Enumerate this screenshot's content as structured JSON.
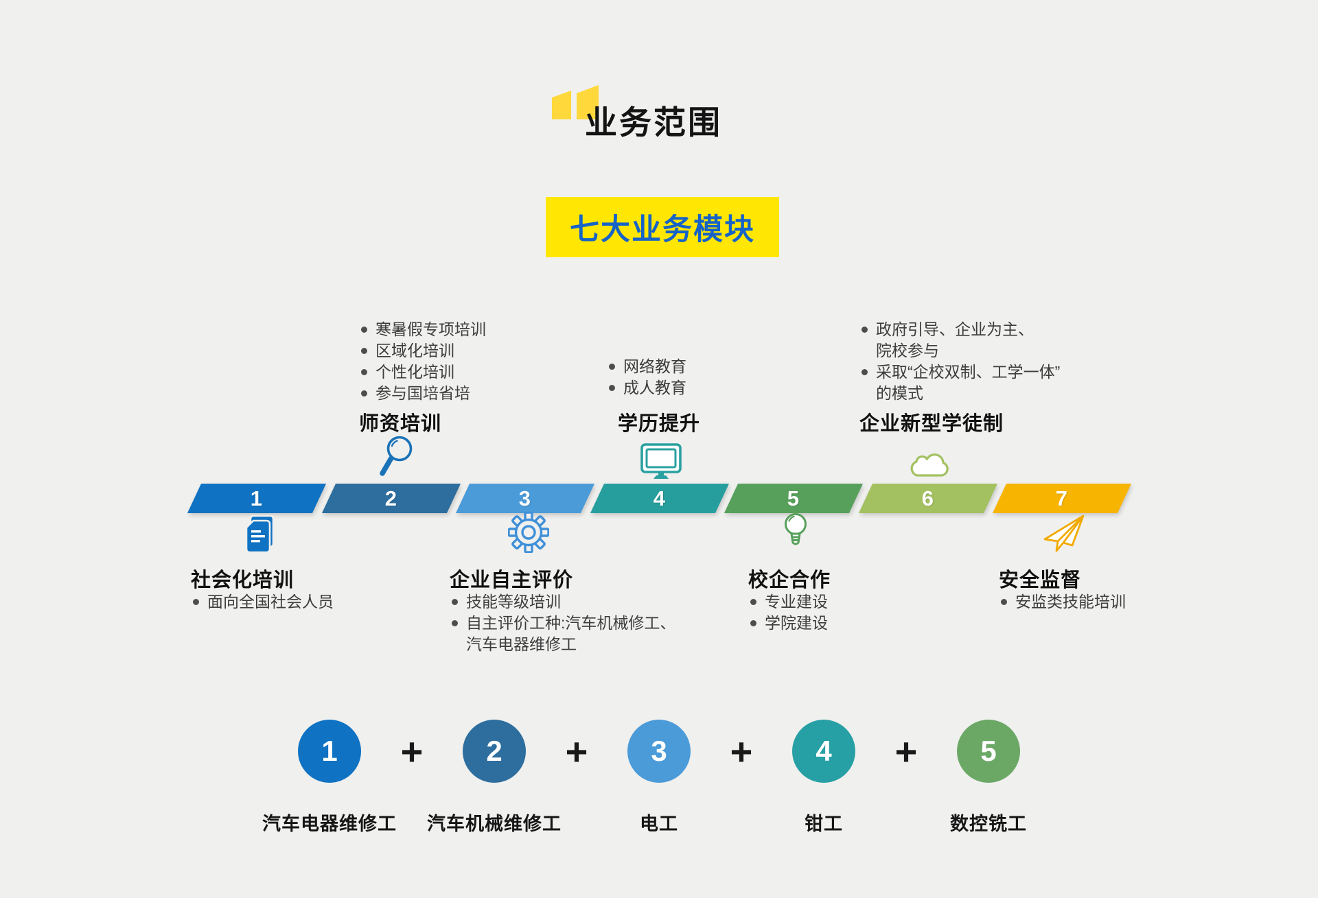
{
  "page": {
    "background": "#f0f0ee"
  },
  "header": {
    "title": "业务范围",
    "quote_color": "#ffd83b"
  },
  "banner": {
    "label": "七大业务模块",
    "bg": "#ffe703",
    "text_color": "#1663c7"
  },
  "timeline": {
    "modules": [
      {
        "num": "1",
        "color": "#0f72c2",
        "side": "below",
        "icon": "document-icon",
        "title": "社会化培训",
        "bullets": [
          "面向全国社会人员"
        ]
      },
      {
        "num": "2",
        "color": "#2d6e9e",
        "side": "above",
        "icon": "magnifier-icon",
        "title": "师资培训",
        "bullets": [
          "寒暑假专项培训",
          "区域化培训",
          "个性化培训",
          "参与国培省培"
        ]
      },
      {
        "num": "3",
        "color": "#4b9bd9",
        "side": "below",
        "icon": "gear-icon",
        "title": "企业自主评价",
        "bullets": [
          "技能等级培训",
          "自主评价工种:汽车机械修工、\n汽车电器维修工"
        ]
      },
      {
        "num": "4",
        "color": "#279e9e",
        "side": "above",
        "icon": "monitor-icon",
        "title": "学历提升",
        "bullets": [
          "网络教育",
          "成人教育"
        ]
      },
      {
        "num": "5",
        "color": "#57a05c",
        "side": "below",
        "icon": "lightbulb-icon",
        "title": "校企合作",
        "bullets": [
          "专业建设",
          "学院建设"
        ]
      },
      {
        "num": "6",
        "color": "#a3c161",
        "side": "above",
        "icon": "cloud-icon",
        "title": "企业新型学徒制",
        "bullets": [
          "政府引导、企业为主、\n院校参与",
          "采取“企校双制、工学一体”\n的模式"
        ]
      },
      {
        "num": "7",
        "color": "#f7b400",
        "side": "below",
        "icon": "paper-plane-icon",
        "title": "安全监督",
        "bullets": [
          "安监类技能培训"
        ]
      }
    ]
  },
  "trades": {
    "separator": "+",
    "items": [
      {
        "num": "1",
        "color": "#0f72c2",
        "label": "汽车电器维修工"
      },
      {
        "num": "2",
        "color": "#2d6e9e",
        "label": "汽车机械维修工"
      },
      {
        "num": "3",
        "color": "#4b9bd9",
        "label": "电工"
      },
      {
        "num": "4",
        "color": "#27a0a5",
        "label": "钳工"
      },
      {
        "num": "5",
        "color": "#6ba866",
        "label": "数控铣工"
      }
    ]
  }
}
